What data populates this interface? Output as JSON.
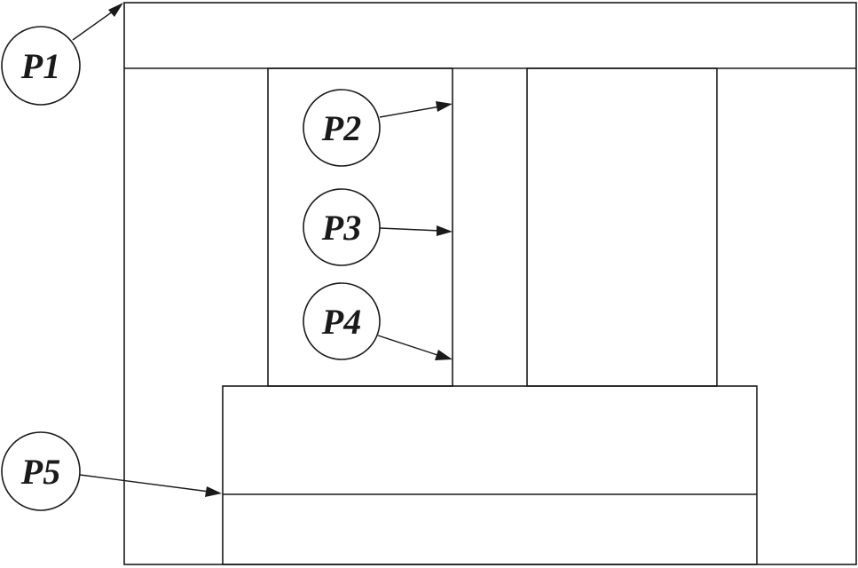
{
  "labels": {
    "p1": "P1",
    "p2": "P2",
    "p3": "P3",
    "p4": "P4",
    "p5": "P5"
  },
  "colors": {
    "line": "#1a1a1a",
    "background": "#ffffff"
  }
}
